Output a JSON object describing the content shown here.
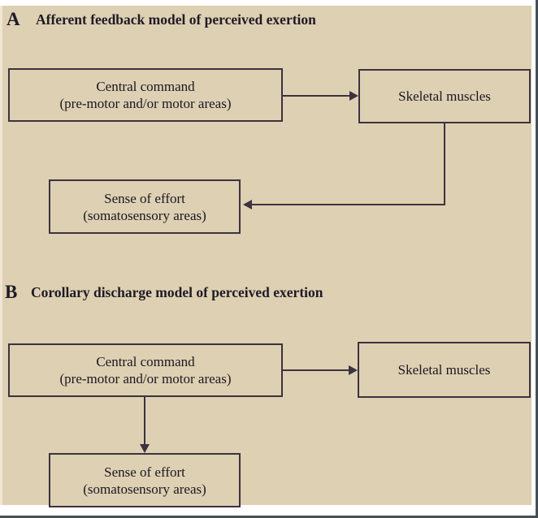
{
  "figure": {
    "background_color": "#ded0b2",
    "line_color": "#3b3340",
    "text_color": "#191722"
  },
  "panels": [
    {
      "letter": "A",
      "title": "Afferent feedback model of perceived exertion",
      "nodes": {
        "central_command": {
          "line1": "Central command",
          "line2": "(pre-motor and/or motor areas)"
        },
        "skeletal_muscles": {
          "line1": "Skeletal muscles"
        },
        "sense_of_effort": {
          "line1": "Sense of effort",
          "line2": "(somatosensory areas)"
        }
      },
      "arrows": [
        {
          "name": "central-command-to-skeletal-muscles",
          "direction": "right"
        },
        {
          "name": "skeletal-muscles-to-sense-of-effort",
          "direction": "left"
        }
      ]
    },
    {
      "letter": "B",
      "title": "Corollary discharge model of perceived exertion",
      "nodes": {
        "central_command": {
          "line1": "Central command",
          "line2": "(pre-motor and/or motor areas)"
        },
        "skeletal_muscles": {
          "line1": "Skeletal muscles"
        },
        "sense_of_effort": {
          "line1": "Sense of effort",
          "line2": "(somatosensory areas)"
        }
      },
      "arrows": [
        {
          "name": "central-command-to-skeletal-muscles",
          "direction": "right"
        },
        {
          "name": "central-command-to-sense-of-effort",
          "direction": "down"
        }
      ]
    }
  ]
}
